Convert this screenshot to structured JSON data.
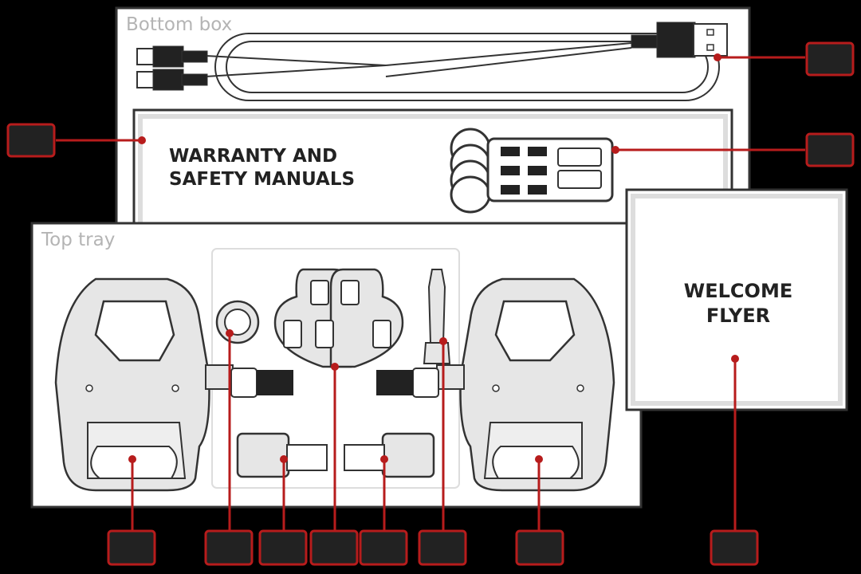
{
  "bottom_box": {
    "label": "Bottom box",
    "manuals_label": [
      "WARRANTY AND",
      "SAFETY MANUALS"
    ]
  },
  "top_tray": {
    "label": "Top tray"
  },
  "welcome_flyer": {
    "label": [
      "WELCOME",
      "FLYER"
    ]
  },
  "colors": {
    "callout_red": "#b71c1c",
    "box_outline": "#222222",
    "background": "#000000",
    "part_fill": "#e6e6e6",
    "header_text": "#b4b4b4"
  }
}
